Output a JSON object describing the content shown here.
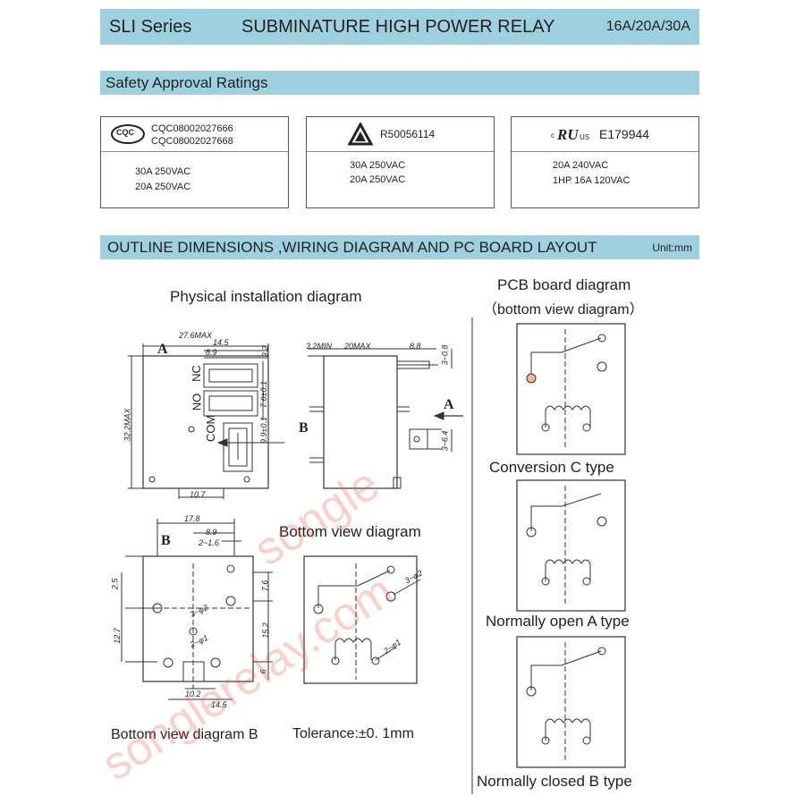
{
  "header": {
    "series": "SLI Series",
    "title": "SUBMINATURE HIGH POWER RELAY",
    "ratings": "16A/20A/30A"
  },
  "safety": {
    "title": "Safety Approval Ratings",
    "cqc": {
      "logo_text": "CQC",
      "codes": [
        "CQC08002027666",
        "CQC08002027668"
      ],
      "lines": [
        "30A   250VAC",
        "20A   250VAC"
      ]
    },
    "tuv": {
      "code": "R50056114",
      "lines": [
        "30A  250VAC",
        "20A  250VAC"
      ]
    },
    "ul": {
      "code": "E179944",
      "mark_c": "c",
      "mark_us": "US",
      "lines": [
        "20A     240VAC",
        "1HP    16A   120VAC"
      ]
    }
  },
  "outline": {
    "title": "OUTLINE DIMENSIONS ,WIRING DIAGRAM AND PC BOARD LAYOUT",
    "unit": "Unit:mm"
  },
  "diagrams": {
    "physical_title": "Physical installation diagram",
    "bottom_view_title": "Bottom view diagram",
    "bottom_view_b": "Bottom view diagram B",
    "tolerance": "Tolerance:±0. 1mm",
    "pcb_title": "PCB board diagram",
    "pcb_subtitle": "（bottom view diagram）",
    "conversion_c": "Conversion C type",
    "normally_open": "Normally open A type",
    "normally_closed": "Normally closed B type"
  },
  "dimensions": {
    "d27_6": "27.6MAX",
    "d14_5": "14.5",
    "d8_9": "8.9",
    "d3_2": "3.2",
    "d32_2": "32.2MAX",
    "d7_6": "7.6±0.1",
    "d9_9": "9.9±0.1",
    "d10_7": "10.7",
    "d3_2min": "3.2MIN",
    "d20max": "20MAX",
    "d8_8": "8.8",
    "d3_0_8": "3~0.8",
    "d3_6_4": "3~6.4",
    "d17_8": "17.8",
    "d8_9b": "8.9",
    "d2_1_6": "2~1.6",
    "d2_5": "2.5",
    "d12_7": "12.7",
    "d7_6b": "7.6",
    "d15_2": "15.2",
    "d6": "6",
    "d3_02": "3~φ2",
    "d2_01": "2~φ1",
    "d10_2": "10.2",
    "d14_5b": "14.5",
    "d3_02b": "3~φ2",
    "d2_01b": "2~φ1"
  },
  "labels": {
    "a": "A",
    "b": "B",
    "nc": "NC",
    "no": "NO",
    "com": "COM"
  },
  "watermark": [
    "songle",
    "songlerelay.com"
  ]
}
